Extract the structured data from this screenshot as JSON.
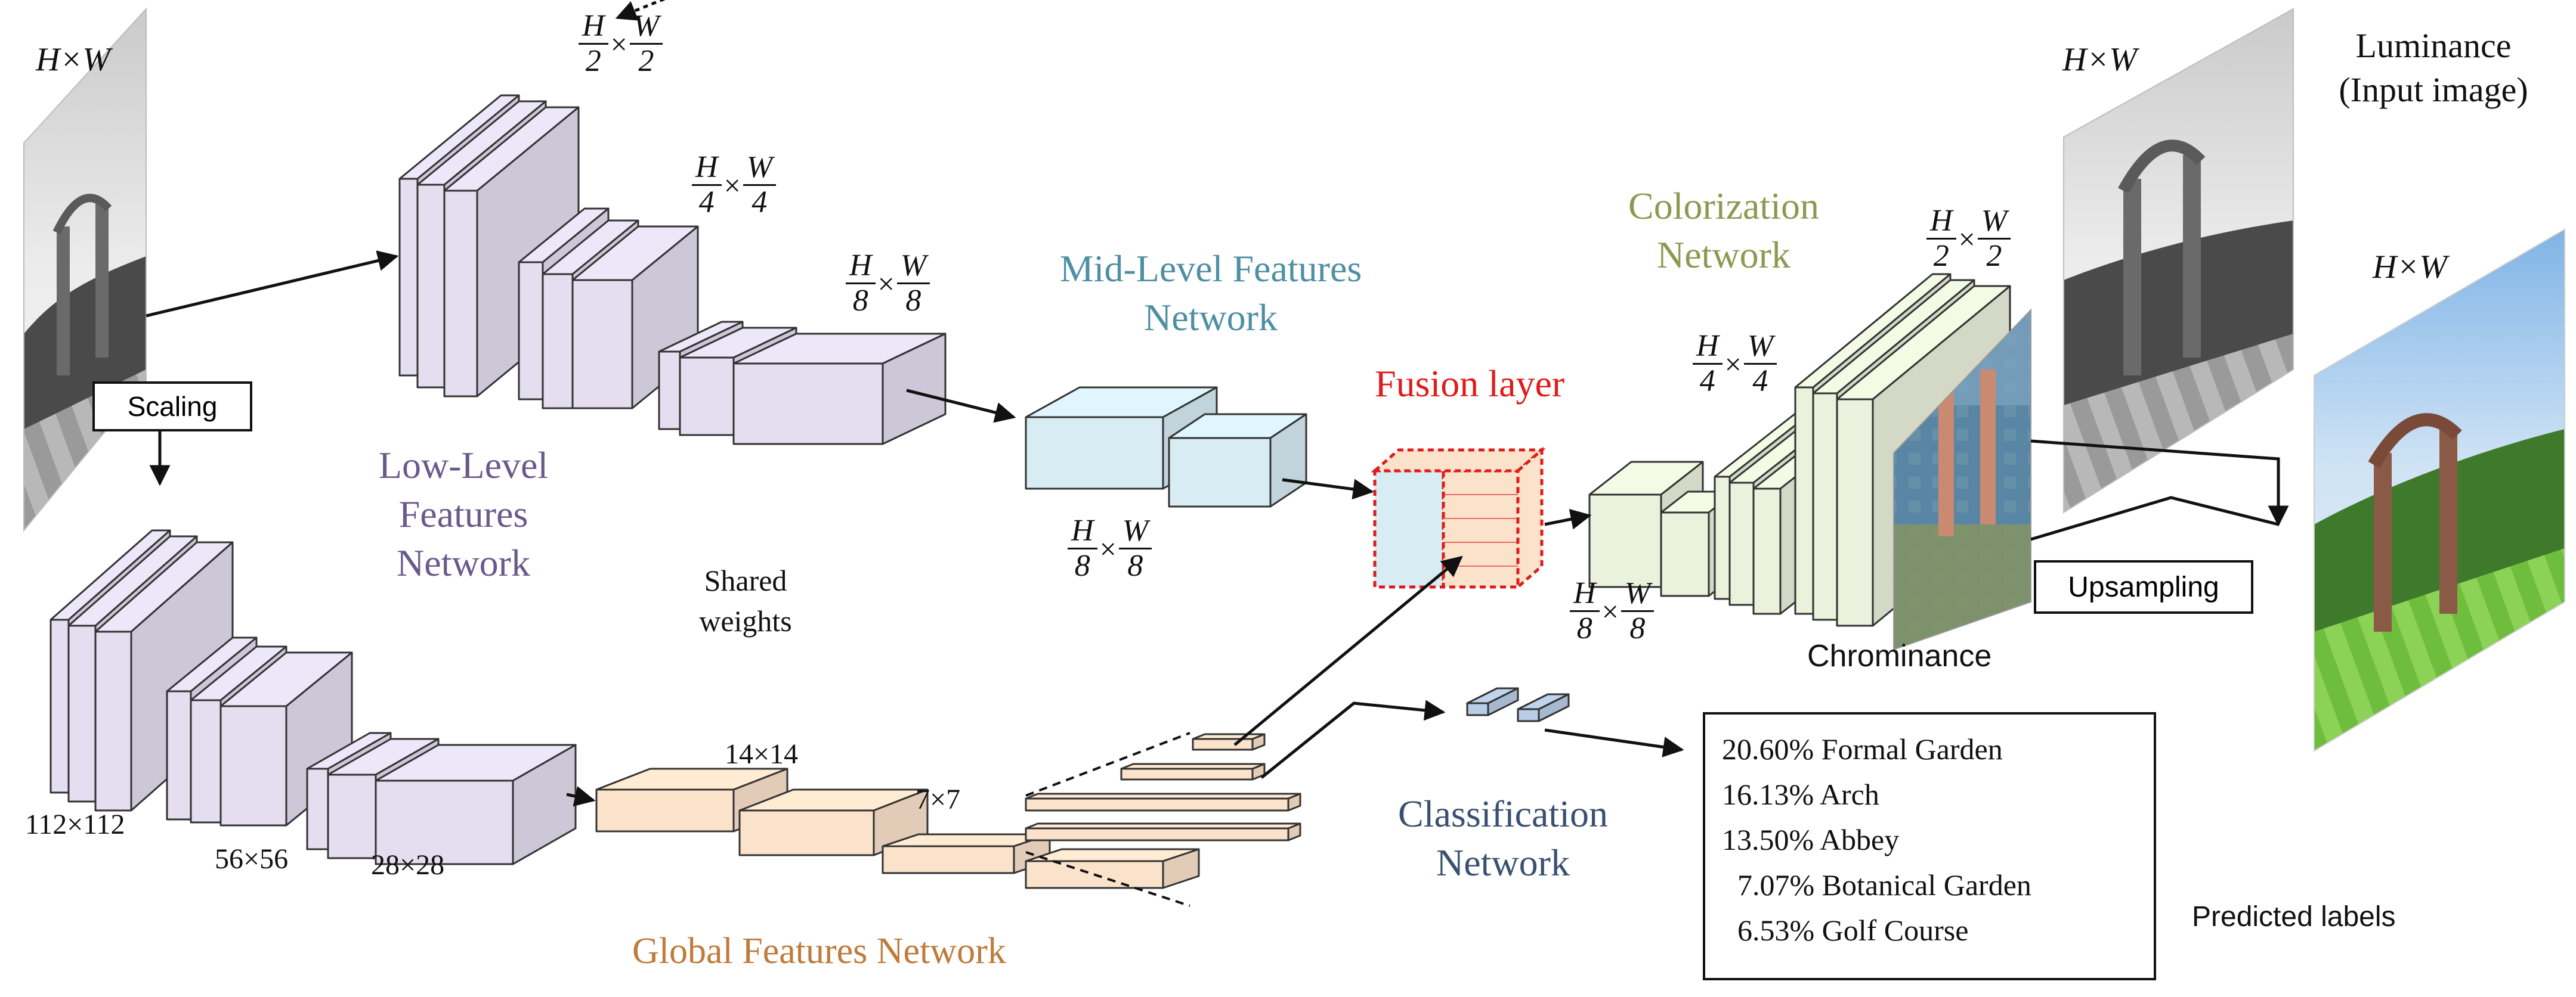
{
  "dims": {
    "input": "H×W",
    "luminance_dim": "H×W",
    "output_dim": "H×W",
    "low_s1": {
      "num": "H",
      "num2": "W",
      "den": "2",
      "den2": "2"
    },
    "low_s2": {
      "num": "H",
      "num2": "W",
      "den": "4",
      "den2": "4"
    },
    "low_s3": {
      "num": "H",
      "num2": "W",
      "den": "8",
      "den2": "8"
    },
    "mid": {
      "num": "H",
      "num2": "W",
      "den": "8",
      "den2": "8"
    },
    "col_in": {
      "num": "H",
      "num2": "W",
      "den": "8",
      "den2": "8"
    },
    "col_mid": {
      "num": "H",
      "num2": "W",
      "den": "4",
      "den2": "4"
    },
    "col_out": {
      "num": "H",
      "num2": "W",
      "den": "2",
      "den2": "2"
    },
    "g112": "112×112",
    "g56": "56×56",
    "g28": "28×28",
    "g14": "14×14",
    "g7": "7×7"
  },
  "labels": {
    "scaling": "Scaling",
    "upsampling": "Upsampling",
    "shared_weights_1": "Shared",
    "shared_weights_2": "weights",
    "low_level_1": "Low-Level",
    "low_level_2": "Features",
    "low_level_3": "Network",
    "mid_level_1": "Mid-Level Features",
    "mid_level_2": "Network",
    "colorization_1": "Colorization",
    "colorization_2": "Network",
    "fusion": "Fusion layer",
    "global": "Global Features Network",
    "classification_1": "Classification",
    "classification_2": "Network",
    "luminance_1": "Luminance",
    "luminance_2": "(Input image)",
    "chrominance": "Chrominance",
    "predicted": "Predicted labels"
  },
  "predictions": [
    "20.60% Formal Garden",
    "16.13% Arch",
    "13.50% Abbey",
    "7.07% Botanical Garden",
    "6.53% Golf Course"
  ],
  "colors": {
    "low": "#e4def0",
    "mid": "#d7ecf3",
    "colorization": "#eaf1dc",
    "global": "#fbe3cb",
    "classification": "#b8cde6",
    "fusion_border": "#e01b1b"
  }
}
